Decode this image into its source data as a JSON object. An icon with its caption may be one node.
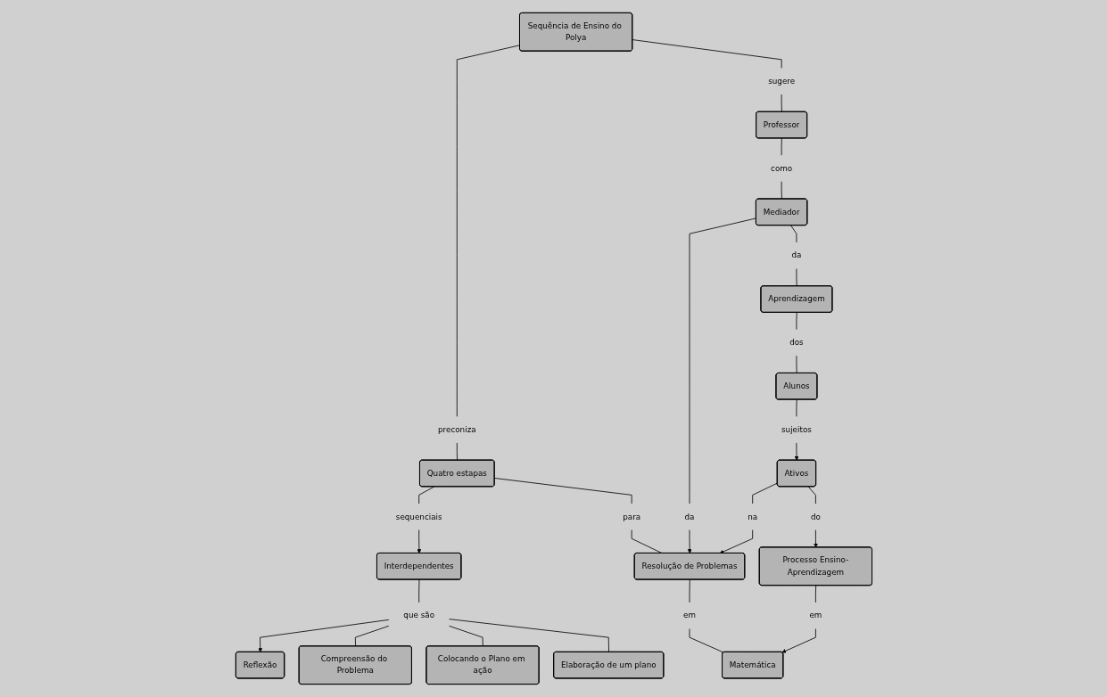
{
  "diagram": {
    "nodes": [
      {
        "text": [
          "Sequência de Ensino do Polya"
        ]
      },
      {
        "text": [
          "preconiza"
        ]
      },
      {
        "text": [
          "Interdependentes"
        ]
      },
      {
        "text": [
          "sugere"
        ]
      },
      {
        "text": [
          "sequenciais"
        ]
      },
      {
        "text": [
          "Quatro estapas"
        ]
      },
      {
        "text": [
          "Professor"
        ]
      },
      {
        "text": [
          "que são"
        ]
      },
      {
        "text": [
          "Reflexão"
        ]
      },
      {
        "text": [
          "Compreensão do Problema"
        ]
      },
      {
        "text": [
          "Colocando o Plano em ação"
        ]
      },
      {
        "text": [
          "para"
        ]
      },
      {
        "text": [
          "como"
        ]
      },
      {
        "text": [
          "Mediador"
        ]
      },
      {
        "text": [
          "da"
        ]
      },
      {
        "text": [
          "Resolução de Problemas"
        ]
      },
      {
        "text": [
          "em"
        ]
      },
      {
        "text": [
          "Elaboração de um plano"
        ]
      },
      {
        "text": [
          "da"
        ]
      },
      {
        "text": [
          "Matemática"
        ]
      },
      {
        "text": [
          "Aprendizagem"
        ]
      },
      {
        "text": [
          "Ativos"
        ]
      },
      {
        "text": [
          "na"
        ]
      },
      {
        "text": [
          "em"
        ]
      },
      {
        "text": [
          "dos"
        ]
      },
      {
        "text": [
          "do"
        ]
      },
      {
        "text": [
          "Processo Ensino-Aprendizagem"
        ]
      },
      {
        "text": [
          "Alunos"
        ]
      },
      {
        "text": [
          "sujeitos"
        ]
      }
    ],
    "edges": [
      {
        "from": 0,
        "to": 1,
        "arrow": "none"
      },
      {
        "from": 1,
        "to": 5,
        "arrow": "none"
      },
      {
        "from": 0,
        "to": 3,
        "arrow": "none"
      },
      {
        "from": 3,
        "to": 6,
        "arrow": "none"
      },
      {
        "from": 5,
        "to": 4,
        "arrow": "none"
      },
      {
        "from": 4,
        "to": 2,
        "arrow": "to"
      },
      {
        "from": 2,
        "to": 7,
        "arrow": "none"
      },
      {
        "from": 7,
        "to": 8,
        "arrow": "to"
      },
      {
        "from": 7,
        "to": 9,
        "arrow": "none"
      },
      {
        "from": 7,
        "to": 10,
        "arrow": "none"
      },
      {
        "from": 7,
        "to": 17,
        "arrow": "none"
      },
      {
        "from": 5,
        "to": 11,
        "arrow": "none"
      },
      {
        "from": 11,
        "to": 15,
        "arrow": "none"
      },
      {
        "from": 6,
        "to": 12,
        "arrow": "none"
      },
      {
        "from": 12,
        "to": 13,
        "arrow": "none"
      },
      {
        "from": 13,
        "to": 14,
        "arrow": "none"
      },
      {
        "from": 14,
        "to": 15,
        "arrow": "to"
      },
      {
        "from": 15,
        "to": 16,
        "arrow": "none"
      },
      {
        "from": 16,
        "to": 19,
        "arrow": "none"
      },
      {
        "from": 13,
        "to": 18,
        "arrow": "none"
      },
      {
        "from": 18,
        "to": 20,
        "arrow": "none"
      },
      {
        "from": 20,
        "to": 24,
        "arrow": "none"
      },
      {
        "from": 24,
        "to": 27,
        "arrow": "none"
      },
      {
        "from": 27,
        "to": 28,
        "arrow": "none"
      },
      {
        "from": 28,
        "to": 21,
        "arrow": "to"
      },
      {
        "from": 21,
        "to": 22,
        "arrow": "none"
      },
      {
        "from": 22,
        "to": 15,
        "arrow": "to"
      },
      {
        "from": 21,
        "to": 25,
        "arrow": "none"
      },
      {
        "from": 25,
        "to": 26,
        "arrow": "to"
      },
      {
        "from": 26,
        "to": 23,
        "arrow": "none"
      },
      {
        "from": 23,
        "to": 19,
        "arrow": "to"
      }
    ]
  }
}
